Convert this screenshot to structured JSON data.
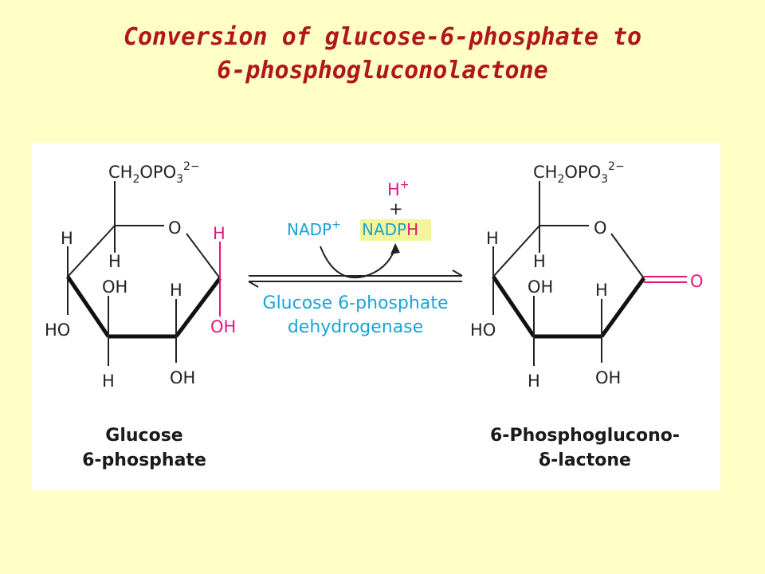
{
  "title": {
    "line1": "Conversion of glucose-6-phosphate to",
    "line2": "6-phosphogluconolactone"
  },
  "reactant": {
    "ch2": "CH",
    "ch2_sub": "2",
    "opo": "OPO",
    "opo_sub": "3",
    "charge": "2−",
    "ring_o": "O",
    "h_c4": "H",
    "h_c5": "H",
    "oh_c3": "OH",
    "h_c2": "H",
    "ho_c4": "HO",
    "h_c3": "H",
    "oh_c2": "OH",
    "h_anomeric": "H",
    "oh_anomeric": "OH",
    "name_line1": "Glucose",
    "name_line2": "6-phosphate"
  },
  "reaction": {
    "h_plus": "H",
    "h_plus_sup": "+",
    "plus": "+",
    "nadp": "NADP",
    "nadp_sup": "+",
    "nadph_base": "NADP",
    "nadph_h": "H",
    "enzyme_line1": "Glucose 6-phosphate",
    "enzyme_line2": "dehydrogenase"
  },
  "product": {
    "ch2": "CH",
    "ch2_sub": "2",
    "opo": "OPO",
    "opo_sub": "3",
    "charge": "2−",
    "ring_o": "O",
    "h_c4": "H",
    "h_c5": "H",
    "oh_c3": "OH",
    "h_c2": "H",
    "ho_c4": "HO",
    "h_c3": "H",
    "oh_c2": "OH",
    "carbonyl_o": "O",
    "name_line1": "6-Phosphoglucono-",
    "name_line2": "δ-lactone"
  },
  "colors": {
    "background": "#ffffc6",
    "title": "#b0161b",
    "highlight_pink": "#e0177e",
    "enzyme_blue": "#1aa3d8",
    "nadph_highlight": "#f4f59a"
  }
}
